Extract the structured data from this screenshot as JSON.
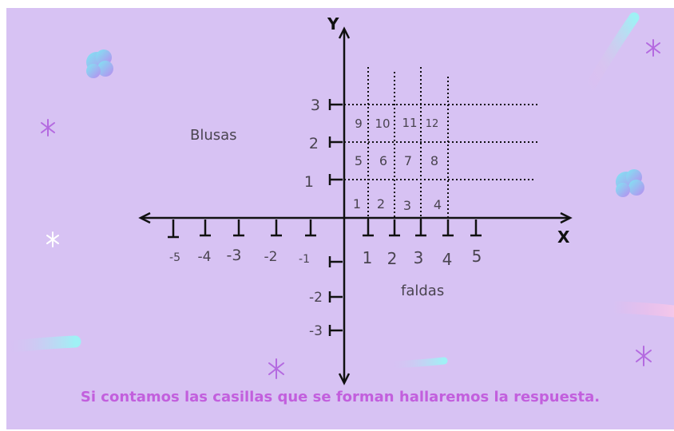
{
  "axes": {
    "x_label": "X",
    "y_label": "Y",
    "x_positive_ticks": [
      "1",
      "2",
      "3",
      "4",
      "5"
    ],
    "x_negative_ticks": [
      "-5",
      "-4",
      "-3",
      "-2",
      "-1"
    ],
    "y_positive_ticks": [
      "1",
      "2",
      "3"
    ],
    "y_negative_ticks": [
      "-2",
      "-3"
    ]
  },
  "quadrant_labels": {
    "blusas": "Blusas",
    "faldas": "faldas"
  },
  "grid_cells": {
    "row1": [
      "1",
      "2",
      "3",
      "4"
    ],
    "row2": [
      "5",
      "6",
      "7",
      "8"
    ],
    "row3": [
      "9",
      "10",
      "11",
      "12"
    ]
  },
  "caption": "Si contamos las casillas que se forman hallaremos la respuesta.",
  "colors": {
    "background": "#d7c2f3",
    "caption": "#c25fdd",
    "sparkle": "#b46ae0"
  },
  "decorations": {
    "icons": [
      "blob-icon",
      "sparkle-icon",
      "brush-stroke-icon"
    ]
  }
}
